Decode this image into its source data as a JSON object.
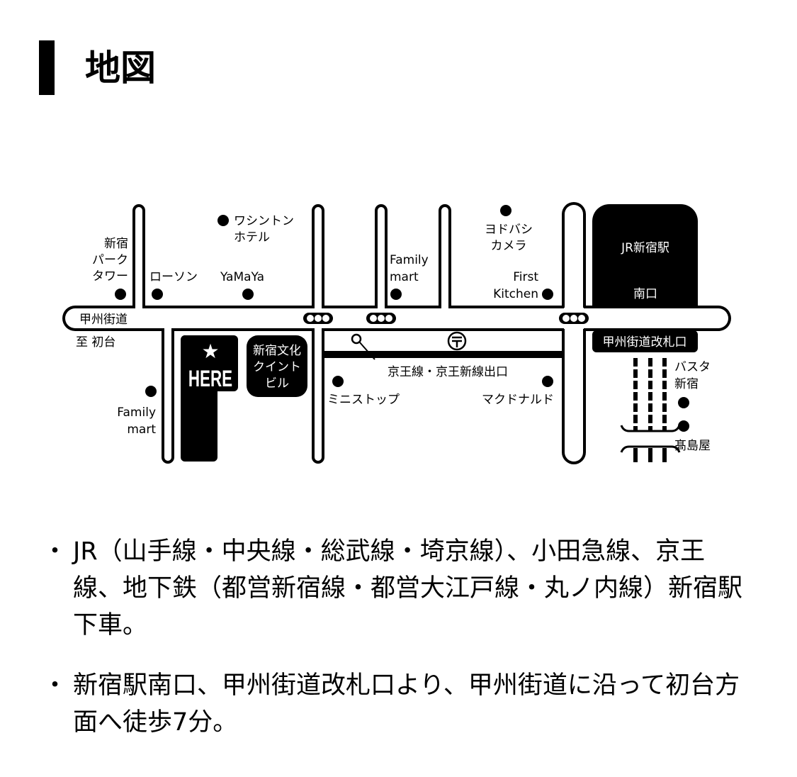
{
  "header": {
    "title": "地図"
  },
  "map": {
    "road_main": "甲州街道",
    "to_hatsudai": "至 初台",
    "shinjuku_park_tower": [
      "新宿",
      "パーク",
      "タワー"
    ],
    "lawson": "ローソン",
    "yamaya": "YaMaYa",
    "washington_hotel": [
      "ワシントン",
      "ホテル"
    ],
    "familymart_north": [
      "Family",
      "mart"
    ],
    "yodobashi": [
      "ヨドバシ",
      "カメラ"
    ],
    "first_kitchen": [
      "First",
      "Kitchen"
    ],
    "jr_station": "JR新宿駅",
    "south_exit": "南口",
    "koshu_gate": "甲州街道改札口",
    "here": "HERE",
    "quint_building": [
      "新宿文化",
      "クイント",
      "ビル"
    ],
    "familymart_south": [
      "Family",
      "mart"
    ],
    "ministop": "ミニストップ",
    "keio_exit": "京王線・京王新線出口",
    "mcdonalds": "マクドナルド",
    "busta": [
      "バスタ",
      "新宿"
    ],
    "takashimaya": "髙島屋"
  },
  "notes": [
    {
      "bullet": "・",
      "text": "JR（山手線・中央線・総武線・埼京線）、小田急線、京王線、地下鉄（都営新宿線・都営大江戸線・丸ノ内線）新宿駅下車。"
    },
    {
      "bullet": "・",
      "text": "新宿駅南口、甲州街道改札口より、甲州街道に沿って初台方面へ徒歩7分。"
    }
  ]
}
